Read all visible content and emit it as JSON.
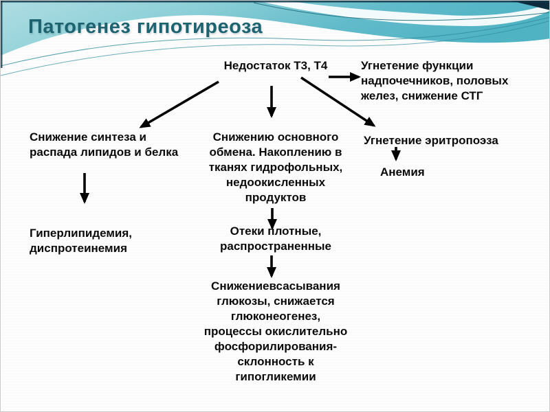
{
  "slide": {
    "title": "Патогенез гипотиреоза",
    "colors": {
      "title_text": "#1d6470",
      "banner_teal": "#4fb3c4",
      "banner_teal_light": "#aedde2",
      "banner_corner_dark": "#0d2c3e",
      "body_text": "#0a0a0a",
      "arrow": "#000000"
    }
  },
  "diagram": {
    "root": "Недостаток Т3, Т4",
    "adrenal_suppression": "Угнетение функции\nнадпочечников, половых\nжелез, снижение СТГ",
    "lipid_protein": "Снижение синтеза и\nраспада липидов и белка",
    "basal_metabolism": "Снижению основного\nобмена. Накоплению в\nтканях гидрофольных,\nнедоокисленных\nпродуктов",
    "erythropoiesis": "Угнетение эритропоэза",
    "anemia": "Анемия",
    "hyperlipidemia": "Гиперлипидемия,\nдиспротеинемия",
    "edema": "Отеки плотные,\nраспространенные",
    "glucose_metabolism": "Снижениевсасывания\nглюкозы, снижается\nглюконеогенез,\nпроцессы окислительно\nфосфорилирования-\nсклонность к\nгипогликемии"
  }
}
